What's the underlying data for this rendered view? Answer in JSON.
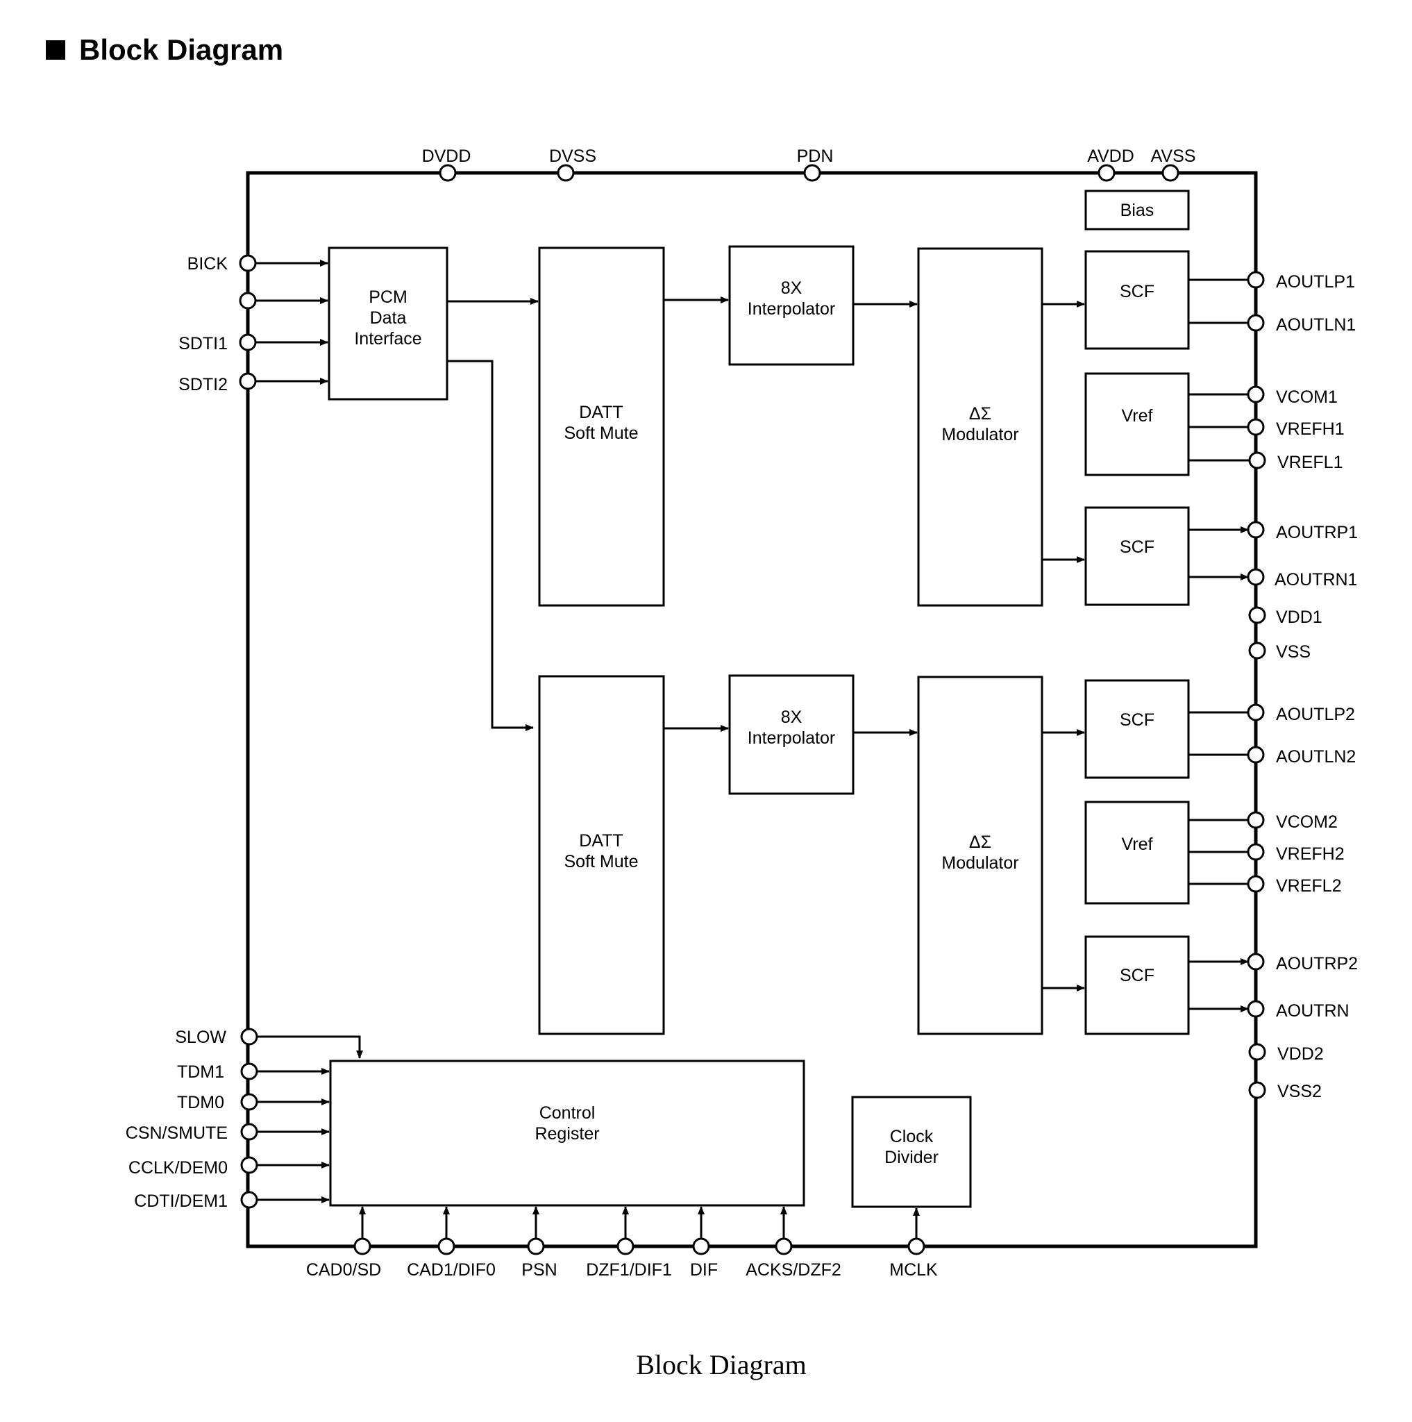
{
  "header": {
    "title": "Block Diagram"
  },
  "caption": "Block Diagram",
  "pins": {
    "top": {
      "dvdd": "DVDD",
      "dvss": "DVSS",
      "pdn": "PDN",
      "avdd": "AVDD",
      "avss": "AVSS"
    },
    "left": {
      "bick": "BICK",
      "sdti1": "SDTI1",
      "sdti2": "SDTI2",
      "slow": "SLOW",
      "tdm1": "TDM1",
      "tdm0": "TDM0",
      "csn_smute": "CSN/SMUTE",
      "cclk_dem0": "CCLK/DEM0",
      "cdti_dem1": "CDTI/DEM1"
    },
    "right": {
      "aoutlp1": "AOUTLP1",
      "aoutln1": "AOUTLN1",
      "vcom1": "VCOM1",
      "vrefh1": "VREFH1",
      "vrefl1": "VREFL1",
      "aoutrp1": "AOUTRP1",
      "aoutrn1": "AOUTRN1",
      "vdd1": "VDD1",
      "vss": "VSS",
      "aoutlp2": "AOUTLP2",
      "aoutln2": "AOUTLN2",
      "vcom2": "VCOM2",
      "vrefh2": "VREFH2",
      "vrefl2": "VREFL2",
      "aoutrp2": "AOUTRP2",
      "aoutrn": "AOUTRN",
      "vdd2": "VDD2",
      "vss2": "VSS2"
    },
    "bottom": {
      "cad0_sd": "CAD0/SD",
      "cad1_dif0": "CAD1/DIF0",
      "psn": "PSN",
      "dzf1_dif1": "DZF1/DIF1",
      "dif": "DIF",
      "acks_dzf2": "ACKS/DZF2",
      "mclk": "MCLK"
    }
  },
  "blocks": {
    "pcm": [
      "PCM",
      "Data",
      "Interface"
    ],
    "datt": [
      "DATT",
      "Soft Mute"
    ],
    "interp": [
      "8X",
      "Interpolator"
    ],
    "mod": [
      "ΔΣ",
      "Modulator"
    ],
    "bias": "Bias",
    "scf": "SCF",
    "vref": "Vref",
    "control": [
      "Control",
      "Register"
    ],
    "clock": [
      "Clock",
      "Divider"
    ]
  }
}
